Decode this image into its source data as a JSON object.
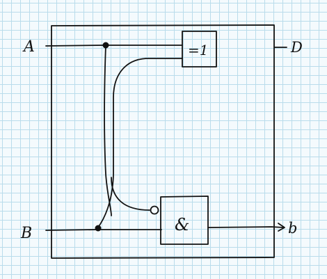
{
  "inputs": {
    "a": "A",
    "b": "B"
  },
  "outputs": {
    "d": "D",
    "b_lower": "b"
  },
  "gates": {
    "xor": {
      "symbol": "=1"
    },
    "and": {
      "symbol": "&",
      "inverted_input": true
    }
  },
  "colors": {
    "ink": "#111111",
    "grid": "#b9dceb",
    "paper": "#f4fafd"
  }
}
